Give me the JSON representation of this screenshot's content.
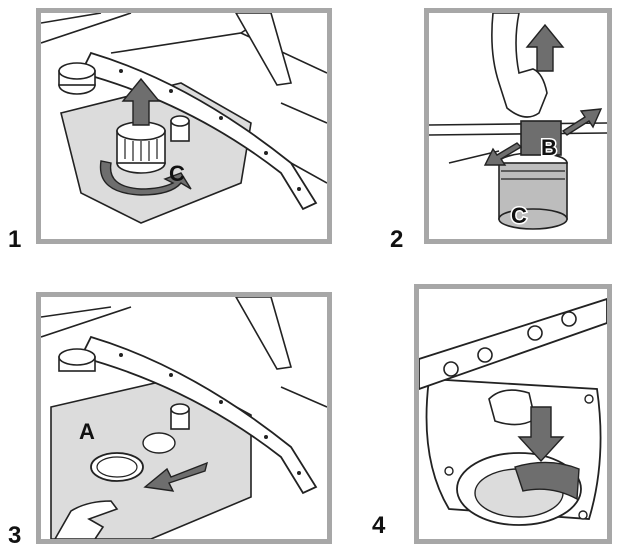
{
  "steps": [
    {
      "number": "1",
      "callouts": [
        "C"
      ]
    },
    {
      "number": "2",
      "callouts": [
        "B",
        "C"
      ]
    },
    {
      "number": "3",
      "callouts": [
        "A"
      ]
    },
    {
      "number": "4",
      "callouts": []
    }
  ],
  "colors": {
    "frame": "#a7a7a7",
    "arrow": "#6e6e6e",
    "filter_area": "#dcdcdc",
    "line": "#222222"
  }
}
